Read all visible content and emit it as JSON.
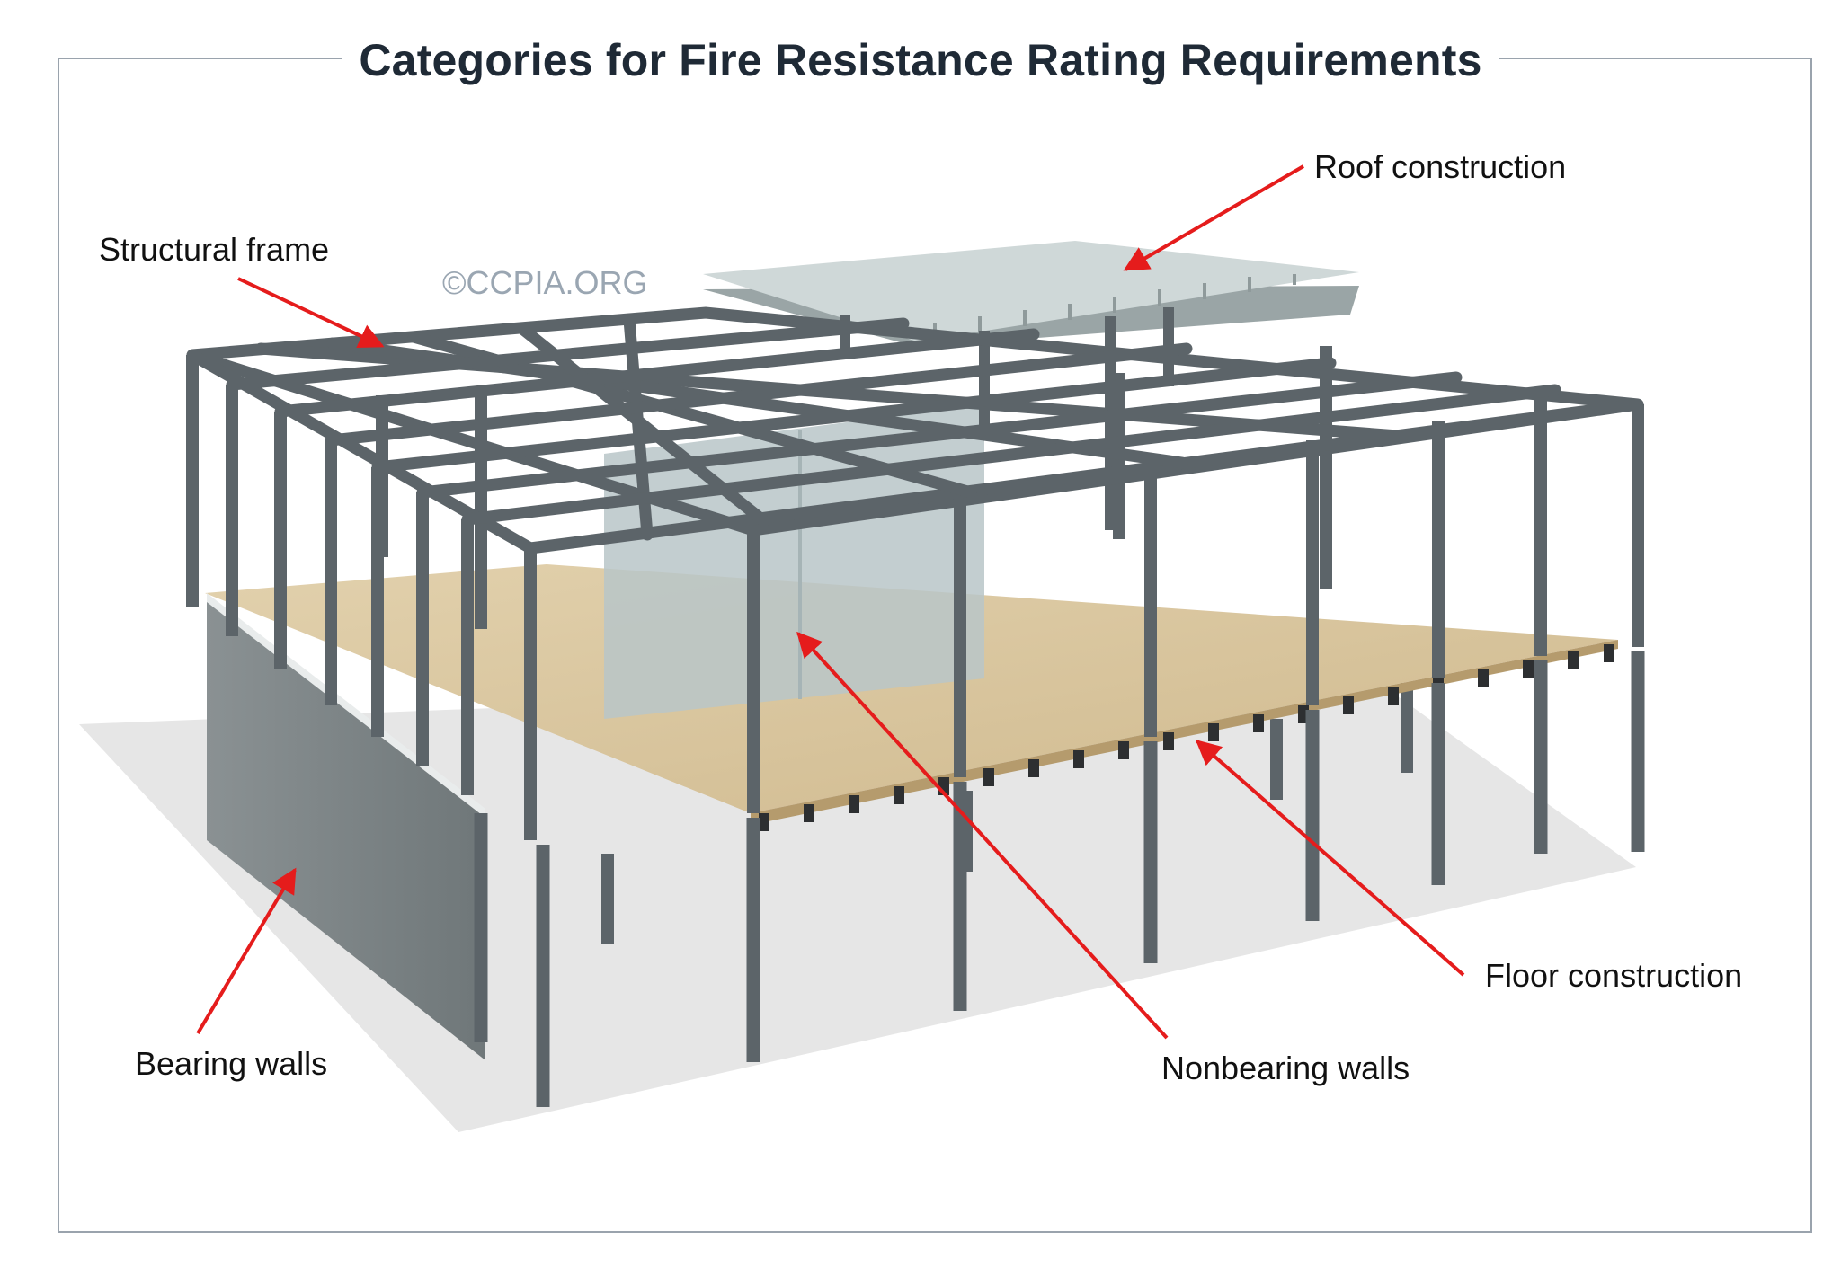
{
  "title": "Categories for Fire Resistance Rating Requirements",
  "watermark": "©CCPIA.ORG",
  "labels": {
    "roof_construction": "Roof construction",
    "structural_frame": "Structural frame",
    "floor_construction": "Floor construction",
    "bearing_walls": "Bearing walls",
    "nonbearing_walls": "Nonbearing walls"
  },
  "colors": {
    "steel": "#5c6469",
    "floor": "#d9c6a0",
    "roof_panel": "#cfd8d8",
    "bearing_wall": "#7f8789",
    "nonbearing_wall": "#b8c6c8",
    "arrow": "#e51c1c",
    "shadow": "#e6e6e6",
    "border": "#9aa3ad"
  }
}
